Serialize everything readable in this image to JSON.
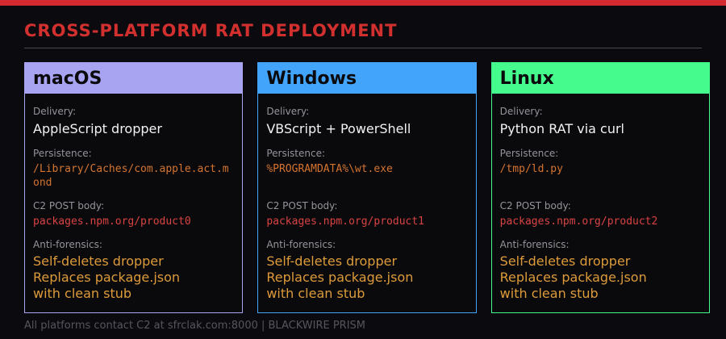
{
  "theme": {
    "top_bar_color": "#d22a30",
    "title_color": "#d2302f",
    "page_background": "#0b0b0f",
    "card_background": "#0a0a0d",
    "label_color": "#94949c",
    "value_color": "#f2f2f2",
    "persistence_color": "#d4742f",
    "c2_color": "#d94343",
    "anti_forensics_color": "#dd9b3a",
    "footer_color": "#55555d",
    "divider_color": "#4c4c52"
  },
  "header": {
    "title": "CROSS-PLATFORM RAT DEPLOYMENT"
  },
  "labels": {
    "delivery": "Delivery:",
    "persistence": "Persistence:",
    "c2": "C2 POST body:",
    "anti_forensics": "Anti-forensics:"
  },
  "cards": [
    {
      "platform": "macOS",
      "accent_color": "#a9a4f2",
      "delivery": "AppleScript dropper",
      "persistence": "/Library/Caches/com.apple.act.mond",
      "c2_post_body": "packages.npm.org/product0",
      "anti_forensics": [
        "Self-deletes dropper",
        "Replaces package.json",
        "with clean stub"
      ]
    },
    {
      "platform": "Windows",
      "accent_color": "#42a4fa",
      "delivery": "VBScript + PowerShell",
      "persistence": "%PROGRAMDATA%\\wt.exe",
      "c2_post_body": "packages.npm.org/product1",
      "anti_forensics": [
        "Self-deletes dropper",
        "Replaces package.json",
        "with clean stub"
      ]
    },
    {
      "platform": "Linux",
      "accent_color": "#45fb8d",
      "delivery": "Python RAT via curl",
      "persistence": "/tmp/ld.py",
      "c2_post_body": "packages.npm.org/product2",
      "anti_forensics": [
        "Self-deletes dropper",
        "Replaces package.json",
        "with clean stub"
      ]
    }
  ],
  "footer": {
    "text": "All platforms contact C2 at sfrclak.com:8000 | BLACKWIRE PRISM"
  }
}
